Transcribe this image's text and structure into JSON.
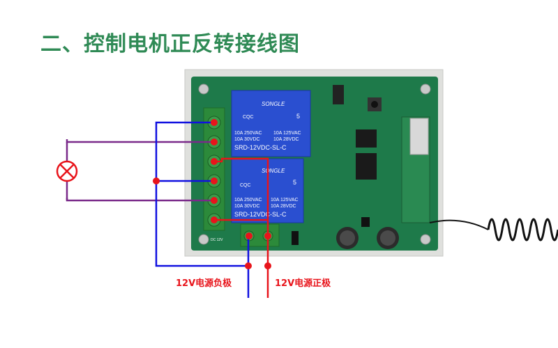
{
  "title": "二、控制电机正反转接线图",
  "labels": {
    "negative": "12V电源负极",
    "positive": "12V电源正极"
  },
  "relays": [
    {
      "brand": "SONGLE",
      "rating_left_1": "10A 250VAC",
      "rating_left_2": "10A 30VDC",
      "rating_right_1": "10A 125VAC",
      "rating_right_2": "10A 28VDC",
      "model": "SRD-12VDC-SL-C",
      "mark": "CQC",
      "code": "5"
    },
    {
      "brand": "SONGLE",
      "rating_left_1": "10A 250VAC",
      "rating_left_2": "10A 30VDC",
      "rating_right_1": "10A 125VAC",
      "rating_right_2": "10A 28VDC",
      "model": "SRD-12VDC-SL-C",
      "mark": "CQC",
      "code": "5"
    }
  ],
  "board_label": "DC 12V",
  "colors": {
    "title": "#2f8a55",
    "wire_blue": "#1010e0",
    "wire_purple": "#7a2a8a",
    "wire_red": "#e8141b",
    "pcb": "#1e7a4a",
    "relay": "#2a4fd0",
    "label": "#e8141b"
  },
  "icons": [
    "lamp-icon"
  ]
}
